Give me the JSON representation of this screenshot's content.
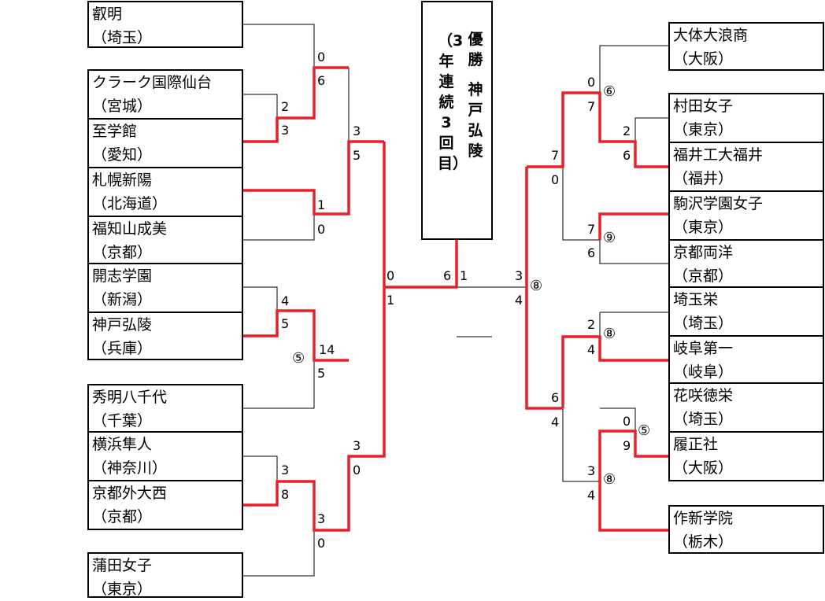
{
  "title": {
    "winner_label": "優勝",
    "champion": "神戸弘陵",
    "note": "（3年連続3回目）"
  },
  "teams": {
    "t1": {
      "name": "叡明",
      "pref": "（埼玉）"
    },
    "t2": {
      "name": "クラーク国際仙台",
      "pref": "（宮城）"
    },
    "t3": {
      "name": "至学館",
      "pref": "（愛知）"
    },
    "t4": {
      "name": "札幌新陽",
      "pref": "（北海道）"
    },
    "t5": {
      "name": "福知山成美",
      "pref": "（京都）"
    },
    "t6": {
      "name": "開志学園",
      "pref": "（新潟）"
    },
    "t7": {
      "name": "神戸弘陵",
      "pref": "（兵庫）"
    },
    "t8": {
      "name": "秀明八千代",
      "pref": "（千葉）"
    },
    "t9": {
      "name": "横浜隼人",
      "pref": "（神奈川）"
    },
    "t10": {
      "name": "京都外大西",
      "pref": "（京都）"
    },
    "t11": {
      "name": "蒲田女子",
      "pref": "（東京）"
    },
    "t12": {
      "name": "大体大浪商",
      "pref": "（大阪）"
    },
    "t13": {
      "name": "村田女子",
      "pref": "（東京）"
    },
    "t14": {
      "name": "福井工大福井",
      "pref": "（福井）"
    },
    "t15": {
      "name": "駒沢学園女子",
      "pref": "（東京）"
    },
    "t16": {
      "name": "京都両洋",
      "pref": "（京都）"
    },
    "t17": {
      "name": "埼玉栄",
      "pref": "（埼玉）"
    },
    "t18": {
      "name": "岐阜第一",
      "pref": "（岐阜）"
    },
    "t19": {
      "name": "花咲徳栄",
      "pref": "（埼玉）"
    },
    "t20": {
      "name": "履正社",
      "pref": "（大阪）"
    },
    "t21": {
      "name": "作新学院",
      "pref": "（栃木）"
    }
  },
  "scores": {
    "s1": "0",
    "s2": "6",
    "s3": "2",
    "s4": "3",
    "s5": "3",
    "s6": "5",
    "s7": "1",
    "s8": "0",
    "s9": "4",
    "s10": "5",
    "s11": "14",
    "s12": "5",
    "s13": "0",
    "s14": "1",
    "s15": "3",
    "s16": "8",
    "s17": "3",
    "s18": "0",
    "s19": "3",
    "s20": "0",
    "s21": "6",
    "s22": "1",
    "s23": "3",
    "s24": "4",
    "s25": "7",
    "s26": "0",
    "s27": "6",
    "s28": "4",
    "s29": "0",
    "s30": "7",
    "s31": "2",
    "s32": "6",
    "s33": "7",
    "s34": "6",
    "s35": "2",
    "s36": "4",
    "s37": "0",
    "s38": "9",
    "s39": "3",
    "s40": "4"
  },
  "innings": {
    "r1": "⑤",
    "r2": "⑥",
    "r3": "⑨",
    "r4": "⑧",
    "r5": "⑧",
    "r6": "⑤",
    "r7": "⑧"
  },
  "final_dash": "—",
  "colors": {
    "win_line": "#e8202a",
    "line": "#000000"
  }
}
